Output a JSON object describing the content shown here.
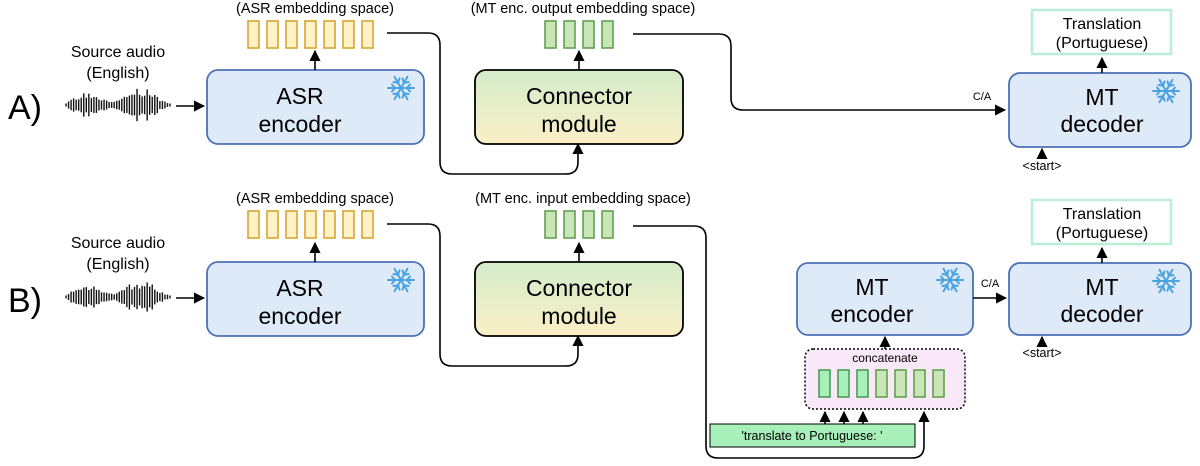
{
  "row_a": {
    "marker": "A)",
    "source_label_1": "Source audio",
    "source_label_2": "(English)",
    "asr_line1": "ASR",
    "asr_line2": "encoder",
    "asr_space": "(ASR embedding space)",
    "mt_space": "(MT enc. output embedding space)",
    "connector_line1": "Connector",
    "connector_line2": "module",
    "ca_label": "C/A",
    "decoder_line1": "MT",
    "decoder_line2": "decoder",
    "start_label": "<start>",
    "translation_line1": "Translation",
    "translation_line2": "(Portuguese)"
  },
  "row_b": {
    "marker": "B)",
    "source_label_1": "Source audio",
    "source_label_2": "(English)",
    "asr_line1": "ASR",
    "asr_line2": "encoder",
    "asr_space": "(ASR embedding space)",
    "mt_space": "(MT enc. input embedding space)",
    "connector_line1": "Connector",
    "connector_line2": "module",
    "encoder_line1": "MT",
    "encoder_line2": "encoder",
    "ca_label": "C/A",
    "decoder_line1": "MT",
    "decoder_line2": "decoder",
    "start_label": "<start>",
    "translation_line1": "Translation",
    "translation_line2": "(Portuguese)",
    "concat_label": "concatenate",
    "prompt_text": "'translate to Portuguese: '"
  },
  "icons": {
    "frozen": "snowflake-icon",
    "audio": "waveform-icon"
  },
  "colors": {
    "block_fill": "#deeaf7",
    "block_stroke": "#4a72b5",
    "asr_embedding": "#fff2c6",
    "mt_embedding": "#c8e6b7",
    "connector_top": "#d4eccb",
    "connector_bottom": "#faefc6",
    "concat_fill": "#f9e8f7",
    "prompt_fill": "#a7f0ba",
    "snowflake": "#4aa3df"
  }
}
